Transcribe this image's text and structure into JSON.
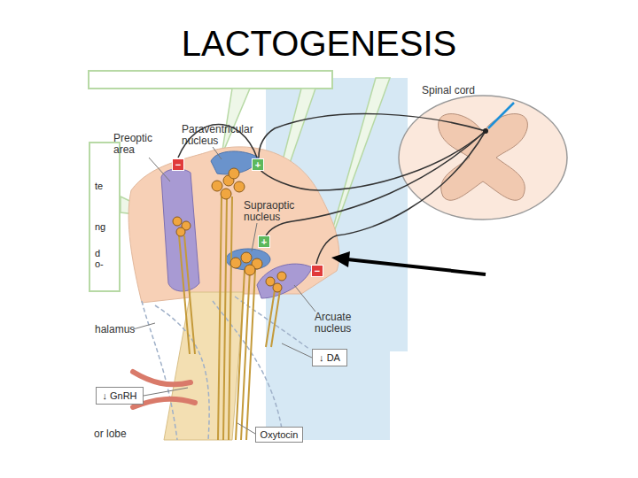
{
  "diagram": {
    "title": "LACTOGENESIS",
    "nodes": [
      {
        "text": [
          "te",
          "ng",
          "d o-"
        ]
      },
      {
        "text": [
          "↓ DA"
        ]
      },
      {
        "text": [
          "↓ GnRH"
        ]
      },
      {
        "text": [
          "Oxytocin"
        ]
      }
    ],
    "labels": [
      "Spinal cord",
      "Preoptic area",
      "Paraventricular nucleus",
      "−",
      "+",
      "Supraoptic nucleus",
      "+",
      "Arcuate nucleus",
      "−",
      "halamus",
      "or lobe"
    ]
  }
}
